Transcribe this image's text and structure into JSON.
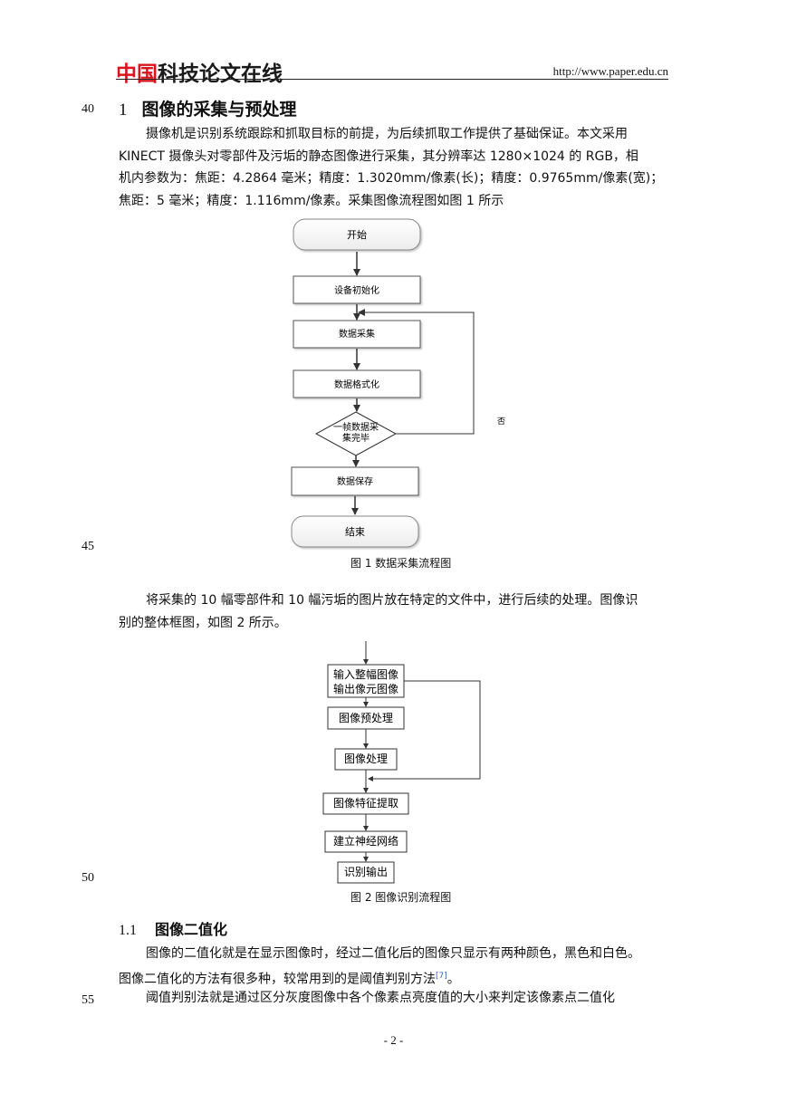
{
  "header": {
    "logo_prefix": "中国",
    "logo_rest": "科技论文在线",
    "url": "http://www.paper.edu.cn"
  },
  "line_numbers": [
    "40",
    "45",
    "50",
    "55"
  ],
  "section1": {
    "number": "1",
    "title": "图像的采集与预处理",
    "para1": [
      "摄像机是识别系统跟踪和抓取目标的前提，为后续抓取工作提供了基础保证。本文采用",
      "KINECT 摄像头对零部件及污垢的静态图像进行采集，其分辨率达 1280×1024 的 RGB，相",
      "机内参数为：焦距：4.2864 毫米；精度：1.3020mm/像素(长)；精度：0.9765mm/像素(宽)；",
      "焦距：5 毫米；精度：1.116mm/像素。采集图像流程图如图 1 所示"
    ],
    "para2": [
      "将采集的 10 幅零部件和 10 幅污垢的图片放在特定的文件中，进行后续的处理。图像识",
      "别的整体框图，如图 2 所示。"
    ]
  },
  "figure1": {
    "nodes": {
      "start": "开始",
      "init": "设备初始化",
      "collect": "数据采集",
      "format": "数据格式化",
      "decision_line1": "一帧数据采",
      "decision_line2": "集完毕",
      "save": "数据保存",
      "end": "结束"
    },
    "no_label": "否",
    "caption": "图 1  数据采集流程图"
  },
  "figure2": {
    "nodes": {
      "input_line1": "输入整幅图像",
      "input_line2": "输出像元图像",
      "preprocess": "图像预处理",
      "process": "图像处理",
      "feature": "图像特征提取",
      "network": "建立神经网络",
      "output": "识别输出"
    },
    "caption": "图 2  图像识别流程图"
  },
  "section11": {
    "number": "1.1",
    "title": "图像二值化",
    "para1": [
      "图像的二值化就是在显示图像时，经过二值化后的图像只显示有两种颜色，黑色和白色。",
      "图像二值化的方法有很多种，较常用到的是阈值判别方法"
    ],
    "citation": "[7]",
    "para1_end": "。",
    "para2": [
      "阈值判别法就是通过区分灰度图像中各个像素点亮度值的大小来判定该像素点二值化"
    ]
  },
  "page_number": "- 2 -"
}
